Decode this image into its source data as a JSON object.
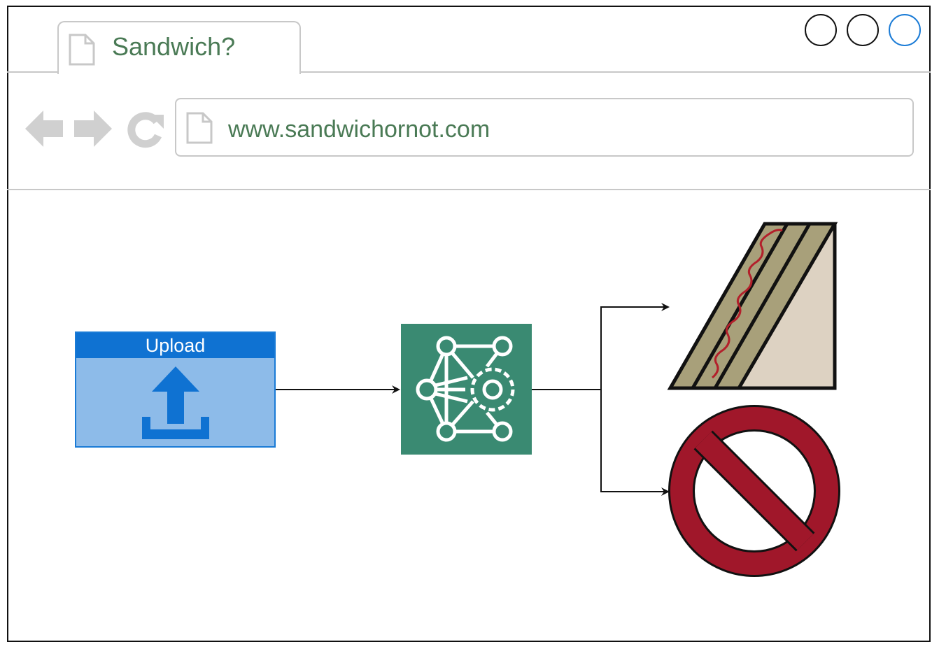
{
  "browser": {
    "tab_title": "Sandwich?",
    "url": "www.sandwichornot.com"
  },
  "upload": {
    "label": "Upload"
  },
  "colors": {
    "text_green": "#4a7a55",
    "upload_blue": "#0f72d2",
    "ml_teal": "#3a8a72",
    "no_red": "#a0172a"
  }
}
